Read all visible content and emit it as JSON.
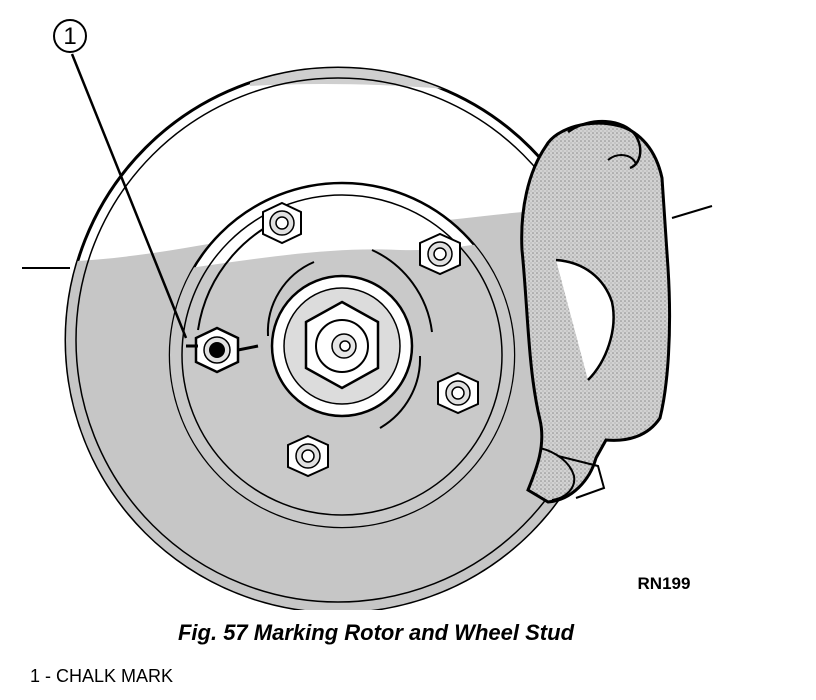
{
  "figure": {
    "code": "RN199",
    "caption": "Fig. 57 Marking Rotor and Wheel Stud"
  },
  "callouts": [
    {
      "number": "1",
      "label": "CHALK MARK"
    }
  ],
  "legend": {
    "separator": " - "
  },
  "colors": {
    "ink": "#000000",
    "shade": "#c9c9c9",
    "paper": "#ffffff"
  }
}
